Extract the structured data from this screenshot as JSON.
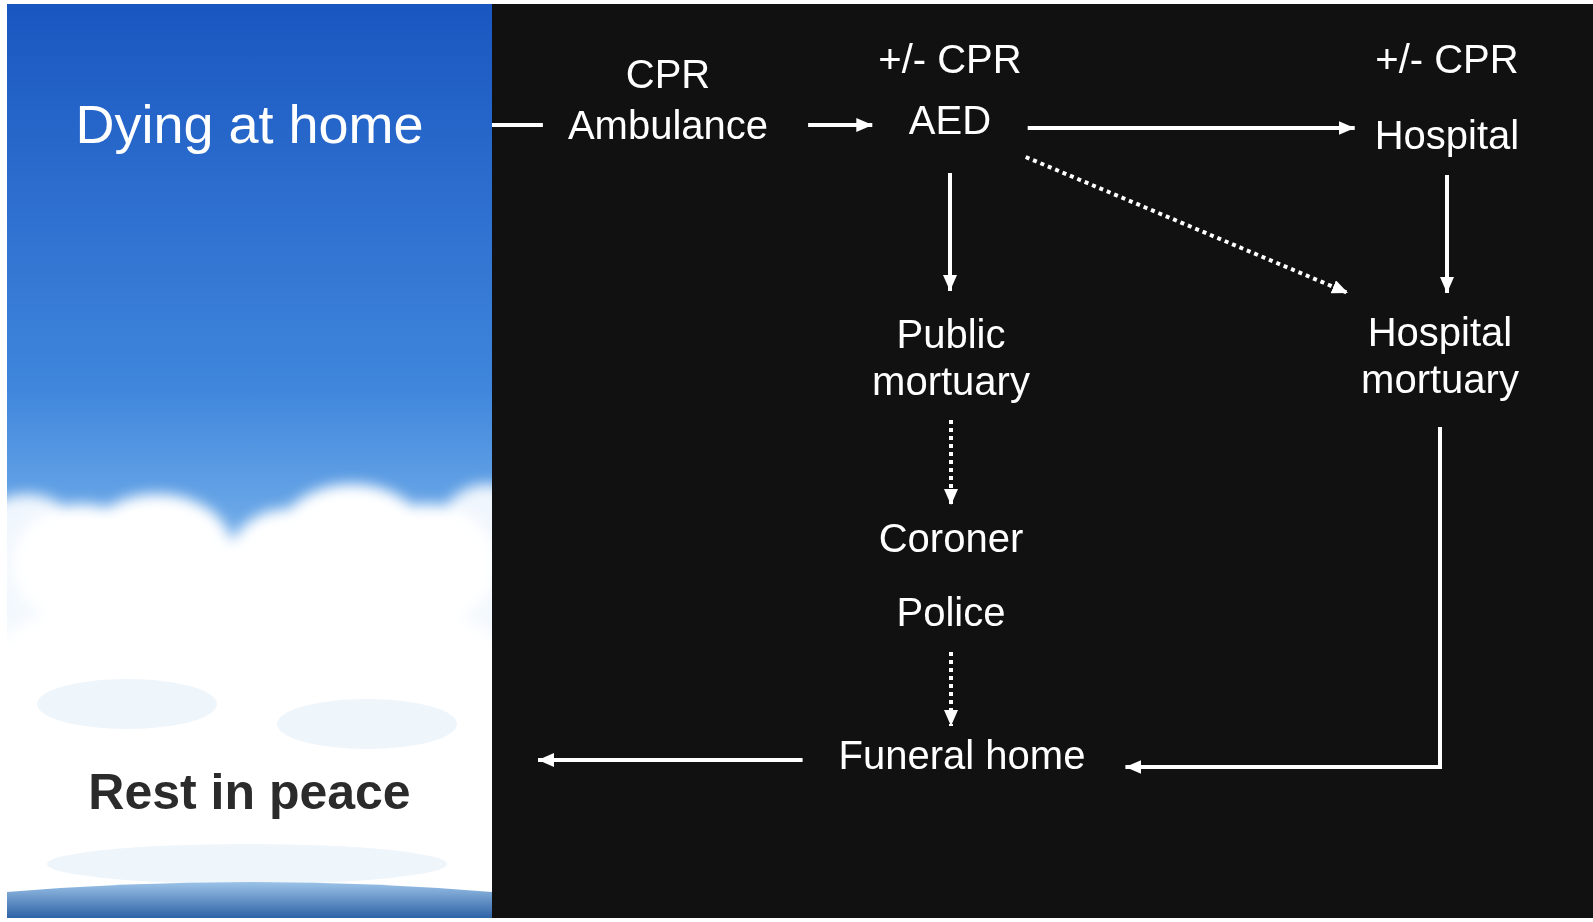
{
  "diagram": {
    "nodes": [
      {
        "text": [
          "Dying at home",
          "Rest in peace"
        ]
      },
      {
        "text": [
          "CPR",
          "Ambulance"
        ]
      },
      {
        "text": [
          "+/- CPR",
          "AED"
        ]
      },
      {
        "text": [
          "+/- CPR",
          "Hospital"
        ]
      },
      {
        "text": [
          "Public mortuary"
        ]
      },
      {
        "text": [
          "Hospital mortuary"
        ]
      },
      {
        "text": [
          "Coroner",
          "Police"
        ]
      },
      {
        "text": [
          "Funeral home"
        ]
      }
    ],
    "edges": [
      {
        "from": 0,
        "to": 1,
        "arrow": "none"
      },
      {
        "from": 1,
        "to": 2,
        "arrow": "to"
      },
      {
        "from": 2,
        "to": 3,
        "arrow": "to"
      },
      {
        "from": 2,
        "to": 4,
        "arrow": "to"
      },
      {
        "from": 2,
        "to": 5,
        "arrow": "to"
      },
      {
        "from": 3,
        "to": 5,
        "arrow": "to"
      },
      {
        "from": 4,
        "to": 6,
        "arrow": "to"
      },
      {
        "from": 6,
        "to": 7,
        "arrow": "to"
      },
      {
        "from": 5,
        "to": 7,
        "arrow": "to"
      },
      {
        "from": 7,
        "to": 0,
        "arrow": "to"
      }
    ]
  }
}
